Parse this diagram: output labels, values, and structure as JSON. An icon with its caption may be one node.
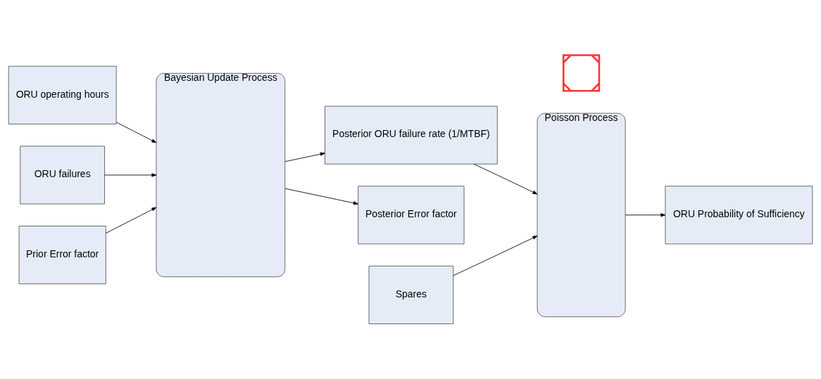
{
  "diagram": {
    "nodes": [
      {
        "text": [
          "ORU operating hours"
        ]
      },
      {
        "text": [
          "Bayesian Update Process"
        ]
      },
      {
        "text": [
          "Posterior ORU failure rate (1/MTBF)"
        ]
      },
      {
        "text": [
          "Poisson Process"
        ]
      },
      {
        "text": [
          "ORU failures"
        ]
      },
      {
        "text": [
          "Spares"
        ]
      },
      {
        "text": [
          "ORU Probability of Sufficiency"
        ]
      },
      {
        "text": [
          "Prior Error factor"
        ]
      },
      {
        "text": [
          "Posterior Error factor"
        ]
      },
      {
        "text": [],
        "shape": "cross"
      }
    ],
    "edges": [
      {
        "from": 0,
        "to": 1,
        "arrow": "to"
      },
      {
        "from": 4,
        "to": 1,
        "arrow": "to"
      },
      {
        "from": 7,
        "to": 1,
        "arrow": "to"
      },
      {
        "from": 1,
        "to": 2,
        "arrow": "to"
      },
      {
        "from": 1,
        "to": 8,
        "arrow": "to"
      },
      {
        "from": 2,
        "to": 3,
        "arrow": "to"
      },
      {
        "from": 5,
        "to": 3,
        "arrow": "to"
      },
      {
        "from": 3,
        "to": 6,
        "arrow": "to"
      }
    ]
  }
}
